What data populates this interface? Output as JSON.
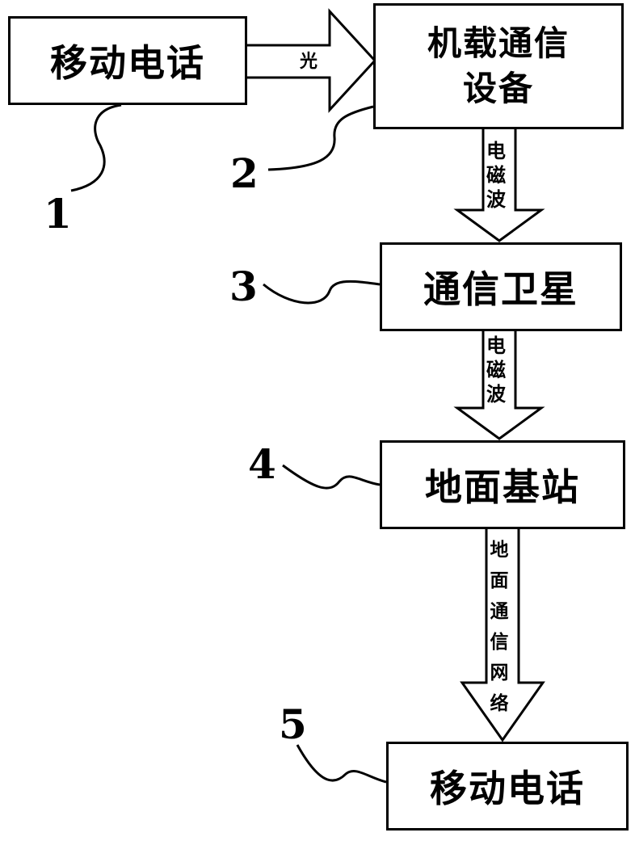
{
  "boxes": {
    "mobile_phone_1": "移动电话",
    "airborne_comm_equipment": "机载通信设备",
    "comm_satellite": "通信卫星",
    "ground_base_station": "地面基站",
    "mobile_phone_2": "移动电话"
  },
  "arrows": {
    "light": "光",
    "electromagnetic_wave_1": "电磁波",
    "electromagnetic_wave_2": "电磁波",
    "ground_comm_network": "地面通信网络"
  },
  "callouts": [
    "1",
    "2",
    "3",
    "4",
    "5"
  ],
  "colors": {
    "line": "#000000",
    "background": "#ffffff"
  }
}
